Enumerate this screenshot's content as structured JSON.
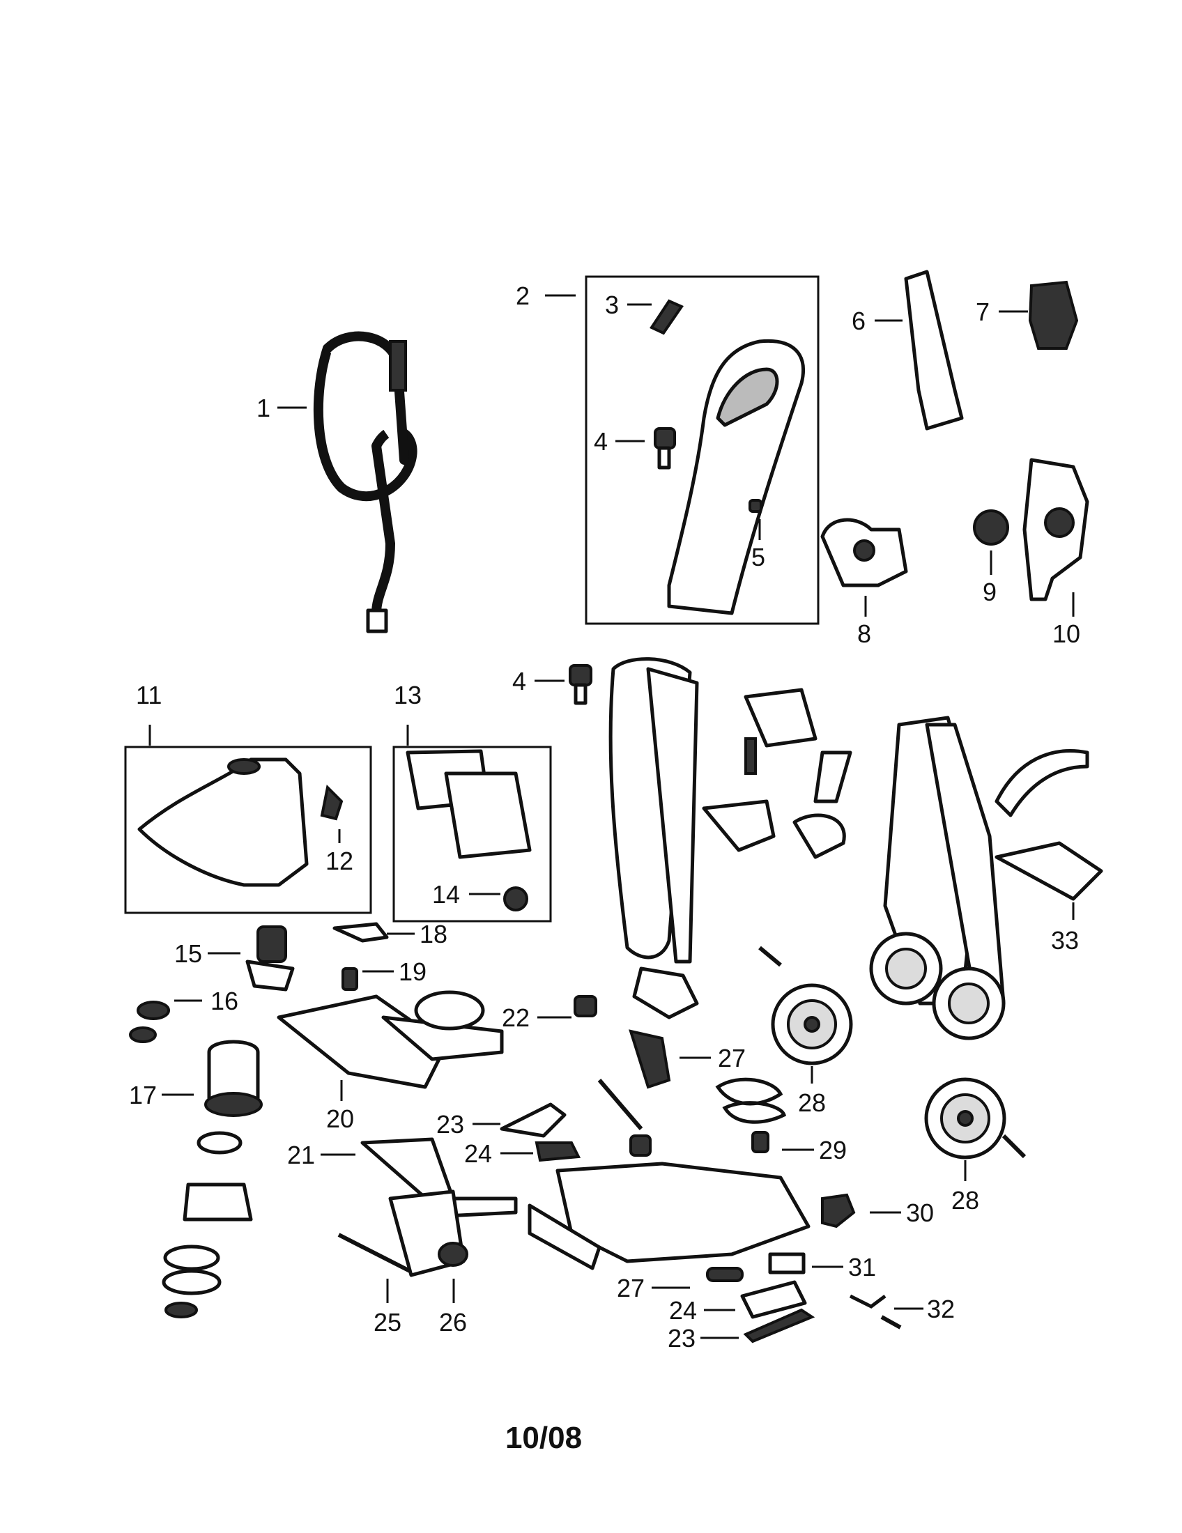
{
  "callouts": [
    "1",
    "2",
    "3",
    "4",
    "5",
    "6",
    "7",
    "8",
    "9",
    "10",
    "4",
    "11",
    "12",
    "13",
    "14",
    "15",
    "16",
    "17",
    "18",
    "19",
    "20",
    "21",
    "22",
    "23",
    "24",
    "25",
    "26",
    "27",
    "28",
    "28",
    "29",
    "30",
    "31",
    "27",
    "24",
    "23",
    "32",
    "33"
  ],
  "footer": {
    "date": "10/08"
  },
  "colors": {
    "ink": "#111111",
    "paper": "#ffffff",
    "shade": "#333333"
  }
}
